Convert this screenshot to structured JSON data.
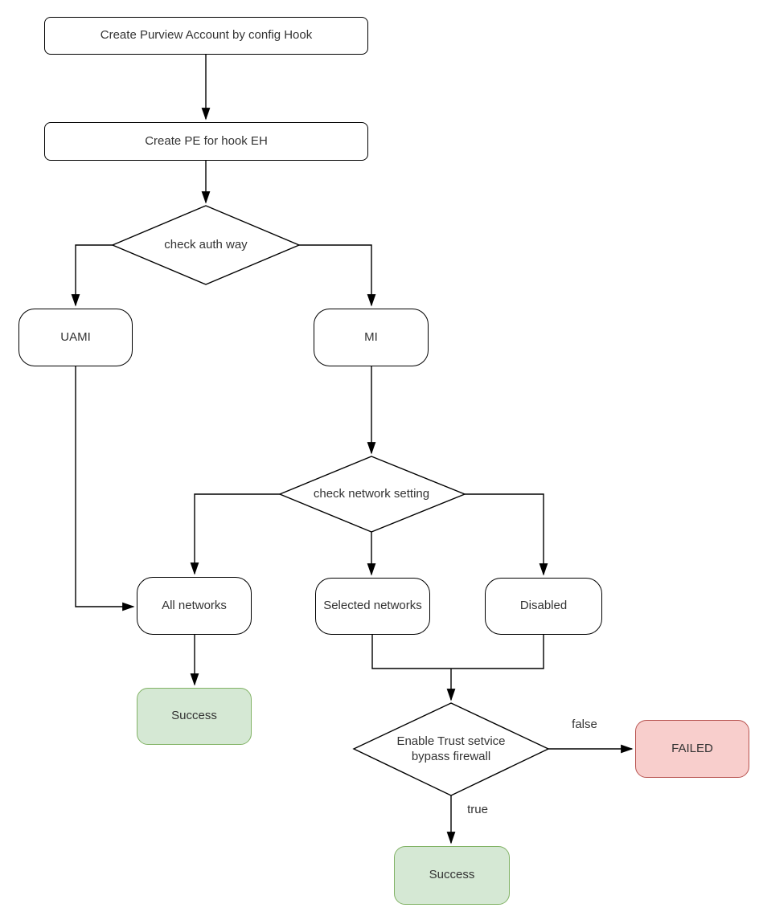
{
  "colors": {
    "shape_fill": "#ffffff",
    "shape_stroke": "#000000",
    "edge_color": "#000000",
    "text_color": "#333333",
    "success_fill": "#d5e8d4",
    "success_stroke": "#82b366",
    "failed_fill": "#f8cecc",
    "failed_stroke": "#b85450"
  },
  "nodes": {
    "create_account": {
      "type": "process",
      "label": "Create Purview Account by config Hook"
    },
    "create_pe": {
      "type": "process",
      "label": "Create PE for hook EH"
    },
    "check_auth": {
      "type": "decision",
      "label": "check auth way"
    },
    "uami": {
      "type": "rounded",
      "label": "UAMI"
    },
    "mi": {
      "type": "rounded",
      "label": "MI"
    },
    "check_network": {
      "type": "decision",
      "label": "check network setting"
    },
    "all_networks": {
      "type": "rounded",
      "label": "All networks"
    },
    "selected_networks": {
      "type": "rounded",
      "label": "Selected networks"
    },
    "disabled": {
      "type": "rounded",
      "label": "Disabled"
    },
    "success_all_networks": {
      "type": "terminal-success",
      "label": "Success"
    },
    "trust_service": {
      "type": "decision",
      "label": "Enable Trust setvice bypass firewall"
    },
    "failed": {
      "type": "terminal-failed",
      "label": "FAILED"
    },
    "success_trust": {
      "type": "terminal-success",
      "label": "Success"
    }
  },
  "edge_labels": {
    "false_branch": "false",
    "true_branch": "true"
  }
}
